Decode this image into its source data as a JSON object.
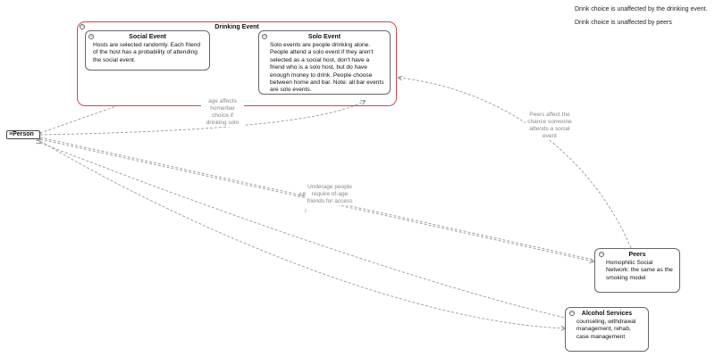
{
  "notes": {
    "drink_note": "Drink choice is unaffected by the drinking event.",
    "peer_note": "Drink choice is unaffected by peers"
  },
  "drinking_event": {
    "title": "Drinking Event",
    "social_event": {
      "title": "Social Event",
      "body": "Hosts are selected randomly. Each friend of the host has a probability of attending the social event."
    },
    "solo_event": {
      "title": "Solo Event",
      "body": "Solo events are people drinking alone. People attend a solo event if they aren't selected as a social host, don't have a friend who is a solo host, but do have enough money to drink. People choose between home and bar. Note: all bar events are solo events."
    }
  },
  "person": {
    "icon": "≡",
    "label": "Person"
  },
  "peers": {
    "title": "Peers",
    "body": "Homophilic Social Network: the same as the smoking model"
  },
  "alcohol_services": {
    "title": "Alcohol Services",
    "body": "counseling, withdrawal management, rehab, case management"
  },
  "edge_labels": {
    "age_affects": "age affects home/bar choice if drinking solo",
    "peers_affect": "Peers affect the chance someone attends a social event",
    "underage": "Underage people require of-age friends for access",
    "aff": "Aff",
    "aff_i": "i"
  },
  "colors": {
    "group_border": "#d64545",
    "edge": "#999999",
    "edge_label": "#888888"
  },
  "icons": {
    "collapse": "collapse-minus-icon"
  }
}
